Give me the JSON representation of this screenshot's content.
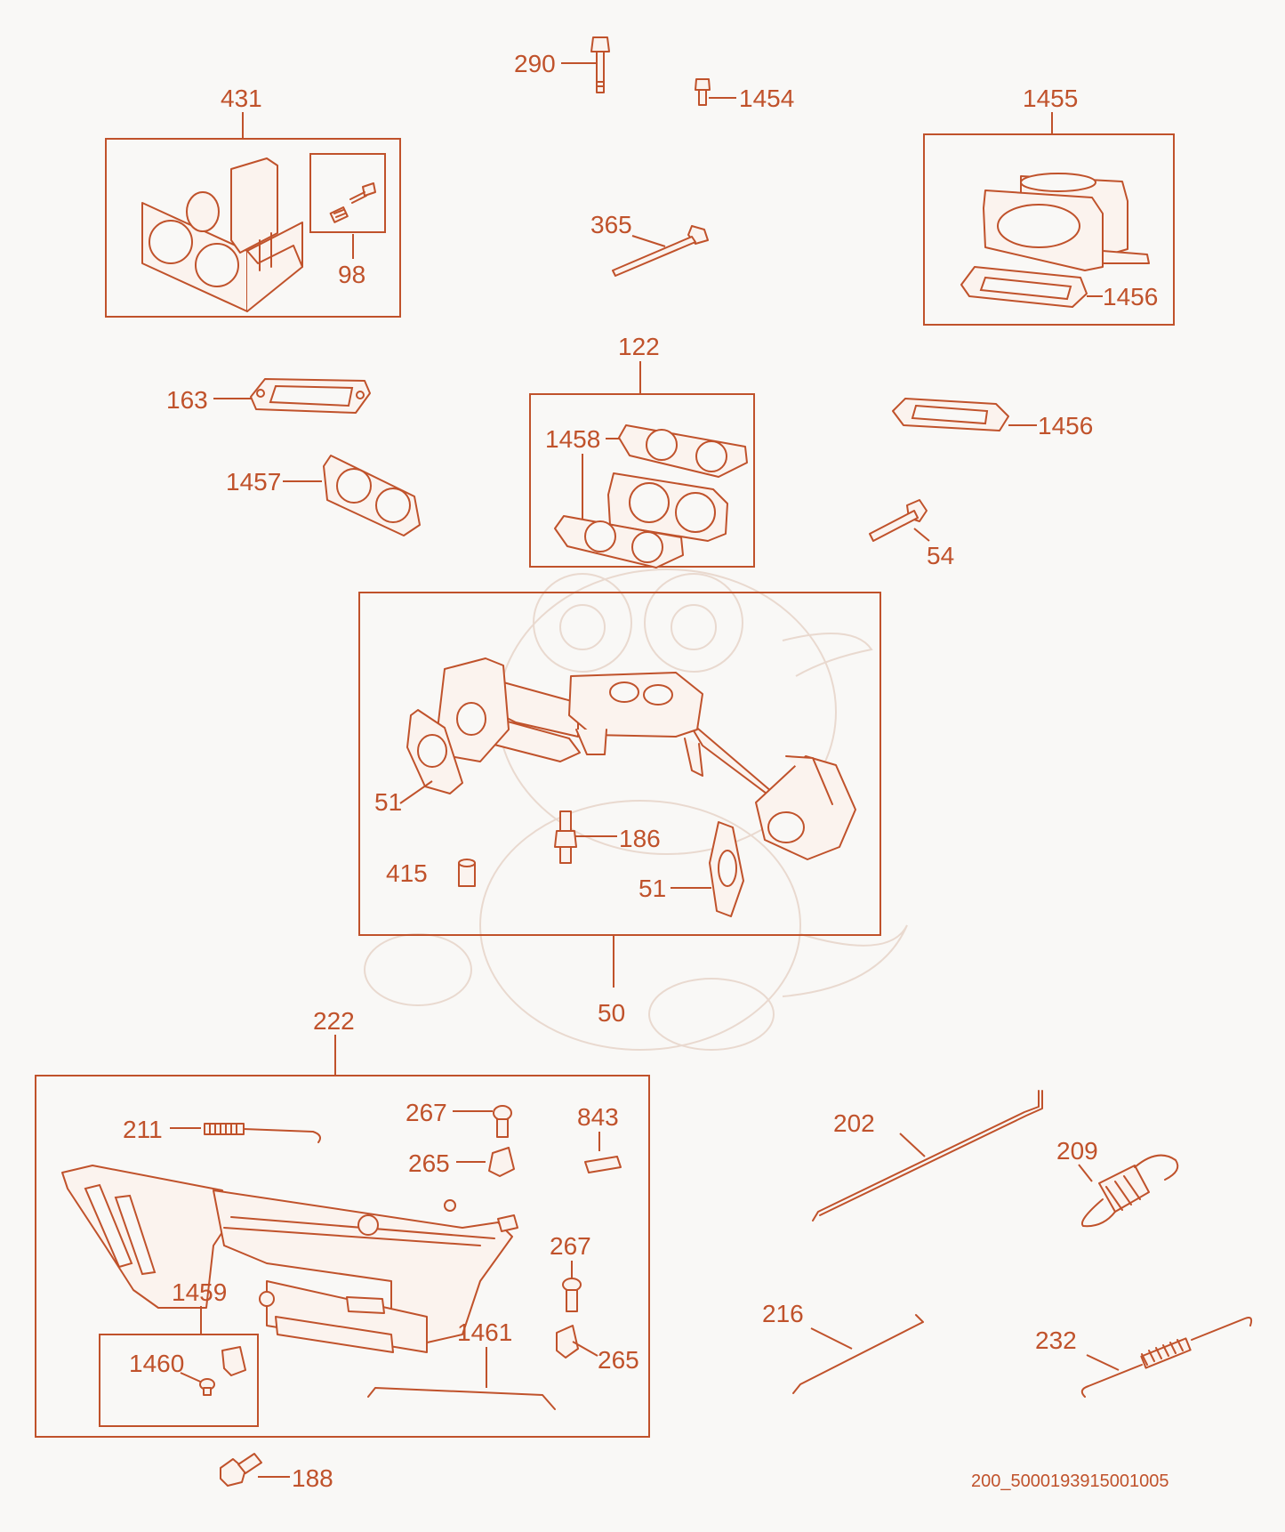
{
  "labels": {
    "p290": "290",
    "p1454": "1454",
    "p431": "431",
    "p98": "98",
    "p1455": "1455",
    "p365": "365",
    "p1456a": "1456",
    "p122": "122",
    "p163": "163",
    "p1458": "1458",
    "p1456b": "1456",
    "p1457": "1457",
    "p54": "54",
    "p51a": "51",
    "p186": "186",
    "p415": "415",
    "p51b": "51",
    "p50": "50",
    "p222": "222",
    "p267a": "267",
    "p843": "843",
    "p211": "211",
    "p265a": "265",
    "p202": "202",
    "p209": "209",
    "p1459": "1459",
    "p267b": "267",
    "p216": "216",
    "p1461": "1461",
    "p1460": "1460",
    "p265b": "265",
    "p232": "232",
    "p188": "188"
  },
  "diagram_code": "200_5000193915001005",
  "colors": {
    "accent": "#c0522b",
    "background": "#f9f8f6",
    "part_fill": "#fbf3ee"
  }
}
